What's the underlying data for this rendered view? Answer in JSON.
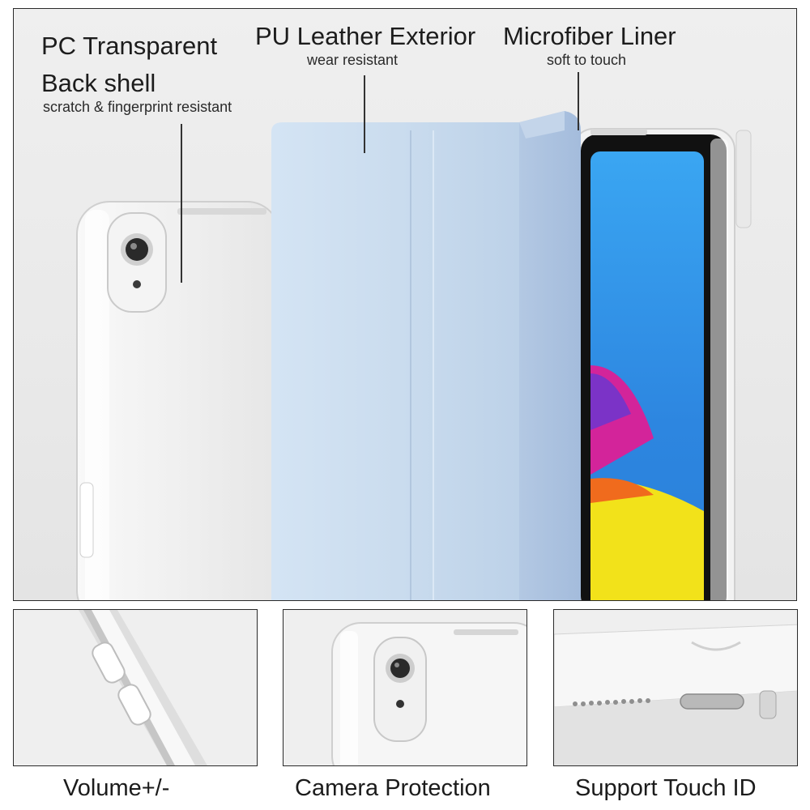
{
  "callouts": {
    "back_shell": {
      "title_line1": "PC Transparent",
      "title_line2": "Back shell",
      "subtitle": "scratch & fingerprint resistant"
    },
    "exterior": {
      "title": "PU Leather Exterior",
      "subtitle": "wear resistant"
    },
    "liner": {
      "title": "Microfiber Liner",
      "subtitle": "soft to touch"
    }
  },
  "features": [
    {
      "caption": "Volume+/-",
      "icon": "volume-buttons-closeup"
    },
    {
      "caption": "Camera Protection",
      "icon": "camera-cutout-closeup"
    },
    {
      "caption": "Support Touch ID",
      "icon": "touch-id-port-closeup"
    }
  ],
  "colors": {
    "cover_blue": "#c9dcef",
    "screen_blue": "#2f8fe6",
    "screen_yellow": "#f2e21a",
    "screen_magenta": "#d3249a",
    "frame": "#2a2a2a"
  }
}
